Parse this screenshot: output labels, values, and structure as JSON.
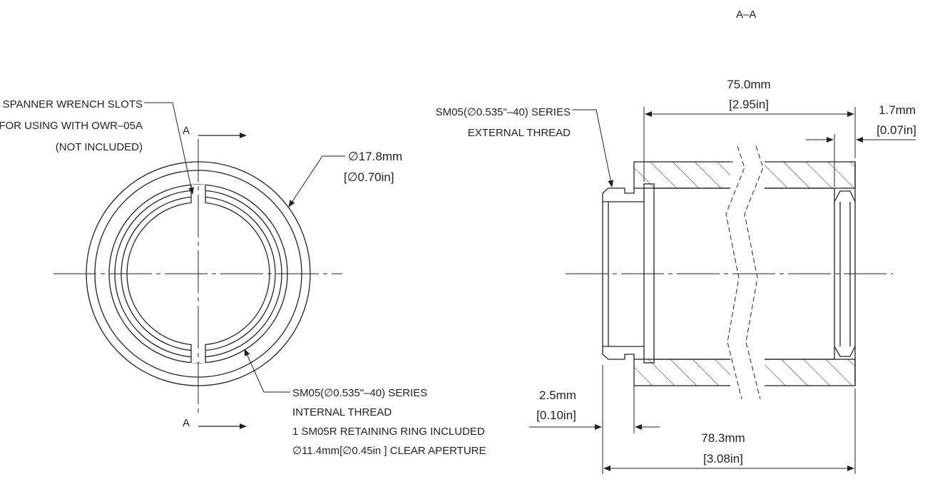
{
  "section_label": "A–A",
  "section_marks": {
    "top": "A",
    "bottom": "A"
  },
  "notes": {
    "spanner": [
      "SPANNER WRENCH SLOTS",
      "FOR USING WITH OWR–05A",
      "(NOT INCLUDED)"
    ],
    "external_thread": [
      "SM05(∅0.535\"–40) SERIES",
      "EXTERNAL THREAD"
    ],
    "internal_thread": [
      "SM05(∅0.535\"–40) SERIES",
      "INTERNAL THREAD",
      "1 SM05R RETAINING RING INCLUDED",
      "∅11.4mm[∅0.45in ] CLEAR APERTURE"
    ]
  },
  "dimensions": {
    "outer_diameter": {
      "mm": "∅17.8mm",
      "in": "[∅0.70in]"
    },
    "body_length": {
      "mm": "75.0mm",
      "in": "[2.95in]"
    },
    "end_recess": {
      "mm": "1.7mm",
      "in": "[0.07in]"
    },
    "thread_length": {
      "mm": "2.5mm",
      "in": "[0.10in]"
    },
    "overall_length": {
      "mm": "78.3mm",
      "in": "[3.08in]"
    }
  }
}
